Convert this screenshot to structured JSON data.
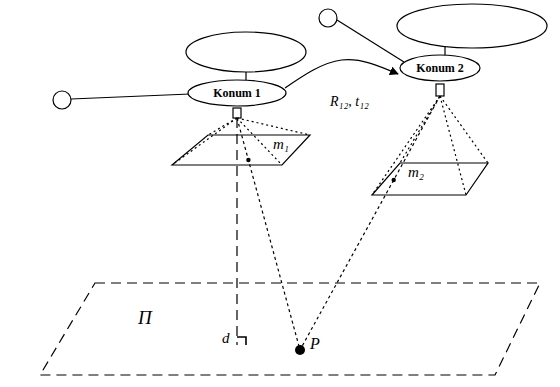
{
  "diagram": {
    "nodes": [
      {
        "text": [
          "Konum 1"
        ]
      },
      {
        "text": [
          "Konum 2"
        ]
      }
    ],
    "edges": [
      {
        "from": 0,
        "to": 1,
        "arrow": "to",
        "label": "R₁₂, t₁₂"
      }
    ],
    "labels": [
      "m₁",
      "m₂",
      "Π",
      "d",
      "P"
    ]
  }
}
